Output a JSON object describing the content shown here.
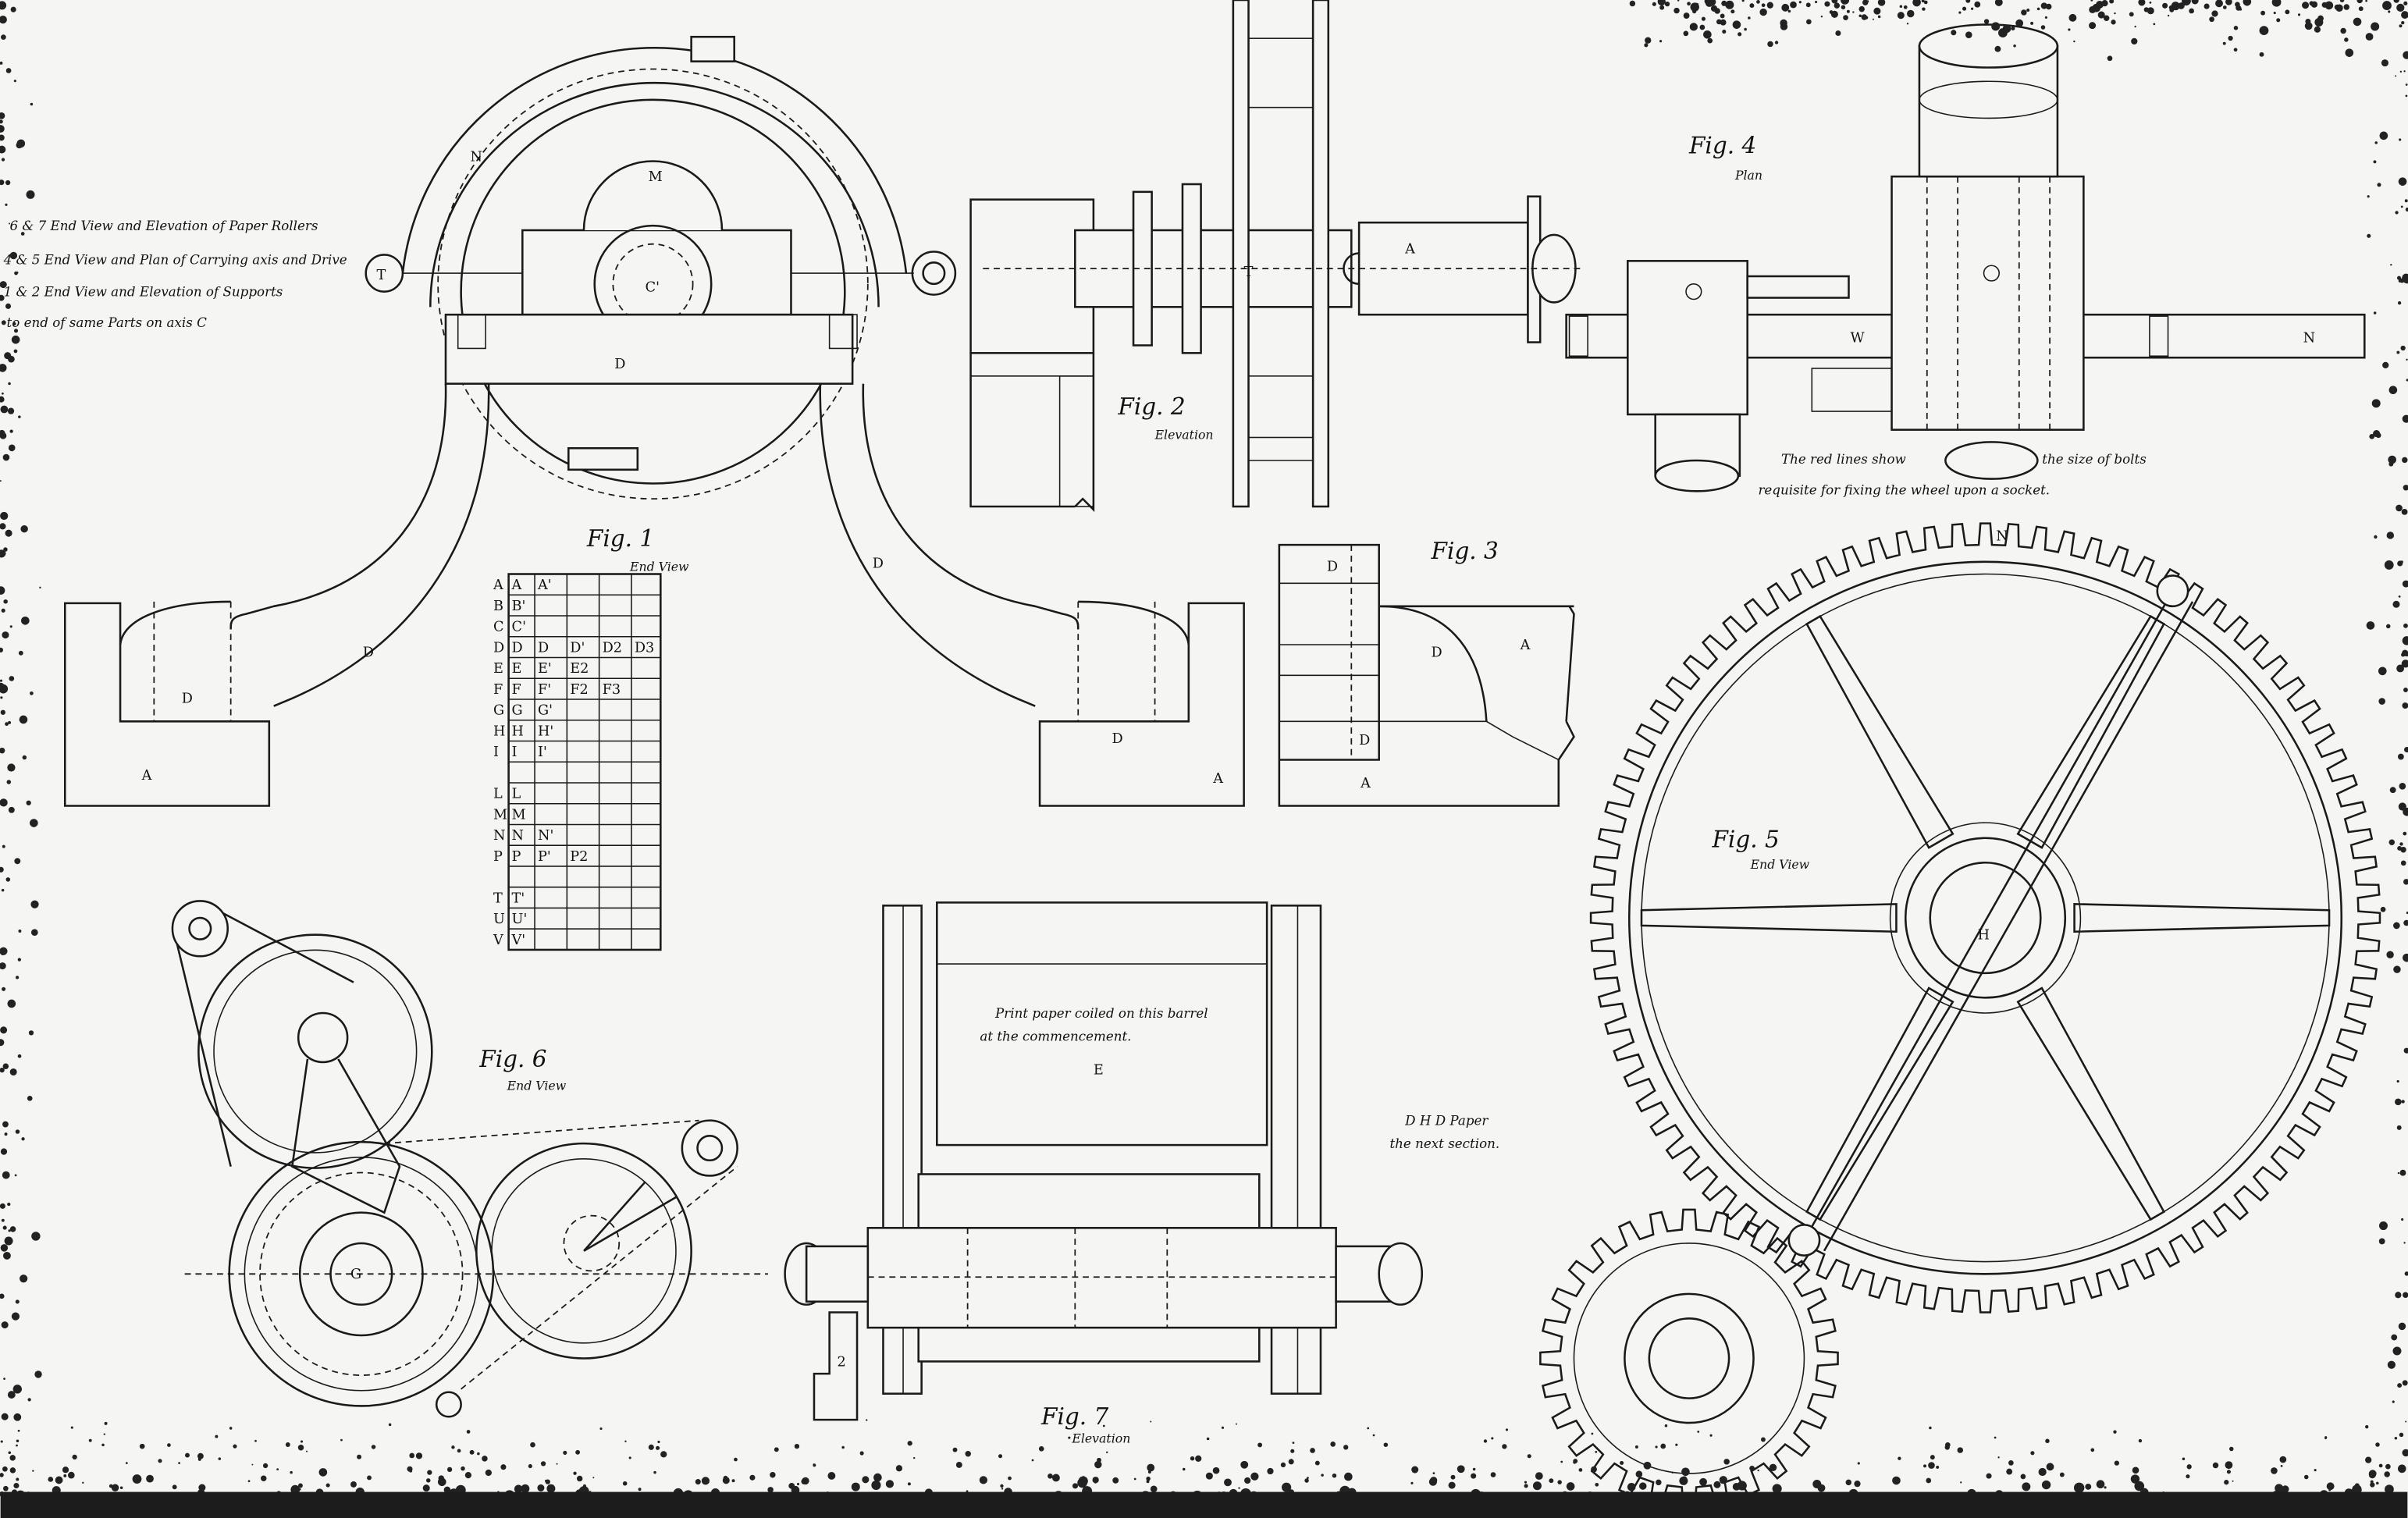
{
  "legend_notes": [
    "6 & 7 End View and Elevation of Paper Rollers",
    "4 & 5 End View and Plan of Carrying axis and Drive",
    "1 & 2 End View and Elevation of Supports",
    "to end of same Parts on axis C"
  ],
  "figures": {
    "fig1": {
      "title": "Fig. 1",
      "subtitle": "End View"
    },
    "fig2": {
      "title": "Fig. 2",
      "subtitle": "Elevation"
    },
    "fig3": {
      "title": "Fig. 3"
    },
    "fig4": {
      "title": "Fig. 4",
      "subtitle": "Plan"
    },
    "fig5": {
      "title": "Fig. 5",
      "subtitle": "End View"
    },
    "fig6": {
      "title": "Fig. 6",
      "subtitle": "End View"
    },
    "fig7": {
      "title": "Fig. 7",
      "subtitle": "Elevation"
    }
  },
  "notes": {
    "red_lines_1": "The red lines show",
    "red_lines_2": "the size of bolts",
    "red_lines_3": "requisite for fixing the wheel upon a socket.",
    "paper_1": "Print paper coiled on this barrel",
    "paper_2": "at the commencement.",
    "dhd_1": "D H D Paper",
    "dhd_2": "the next section."
  },
  "parts_table": {
    "rows": [
      {
        "label": "A",
        "cells": [
          "A",
          "A'",
          "",
          "",
          ""
        ]
      },
      {
        "label": "B",
        "cells": [
          "B'",
          "",
          "",
          "",
          ""
        ]
      },
      {
        "label": "C",
        "cells": [
          "C'",
          "",
          "",
          "",
          ""
        ]
      },
      {
        "label": "D",
        "cells": [
          "D",
          "D",
          "D'",
          "D2",
          "D3"
        ]
      },
      {
        "label": "E",
        "cells": [
          "E",
          "E'",
          "E2",
          "",
          ""
        ]
      },
      {
        "label": "F",
        "cells": [
          "F",
          "F'",
          "F2",
          "F3",
          ""
        ]
      },
      {
        "label": "G",
        "cells": [
          "G",
          "G'",
          "",
          "",
          ""
        ]
      },
      {
        "label": "H",
        "cells": [
          "H",
          "H'",
          "",
          "",
          ""
        ]
      },
      {
        "label": "I",
        "cells": [
          "I",
          "I'",
          "",
          "",
          ""
        ]
      },
      {
        "label": "",
        "cells": [
          "",
          "",
          "",
          "",
          ""
        ]
      },
      {
        "label": "L",
        "cells": [
          "L",
          "",
          "",
          "",
          ""
        ]
      },
      {
        "label": "M",
        "cells": [
          "M",
          "",
          "",
          "",
          ""
        ]
      },
      {
        "label": "N",
        "cells": [
          "N",
          "N'",
          "",
          "",
          ""
        ]
      },
      {
        "label": "P",
        "cells": [
          "P",
          "P'",
          "P2",
          "",
          ""
        ]
      },
      {
        "label": "",
        "cells": [
          "",
          "",
          "",
          "",
          ""
        ]
      },
      {
        "label": "T",
        "cells": [
          "T'",
          "",
          "",
          "",
          ""
        ]
      },
      {
        "label": "U",
        "cells": [
          "U'",
          "",
          "",
          "",
          ""
        ]
      },
      {
        "label": "V",
        "cells": [
          "V'",
          "",
          "",
          "",
          ""
        ]
      }
    ]
  },
  "part_labels": {
    "d": "D",
    "a": "A",
    "m": "M",
    "n": "N",
    "t": "T",
    "c": "C'",
    "h": "H",
    "e": "E",
    "w": "W",
    "g": "G",
    "two": "2"
  },
  "colors": {
    "ink": "#1a1a1a",
    "paper": "#f5f5f3"
  }
}
